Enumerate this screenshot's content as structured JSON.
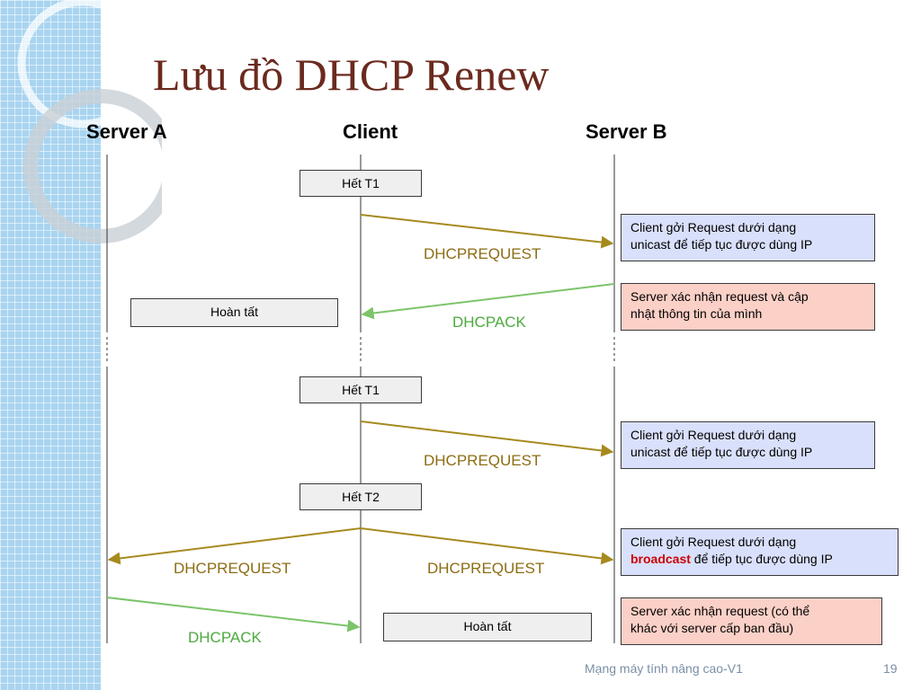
{
  "title": "Lưu đồ DHCP Renew",
  "actors": {
    "server_a": "Server A",
    "client": "Client",
    "server_b": "Server B"
  },
  "boxes": {
    "het_t1_1": "Hết T1",
    "hoan_tat_1": "Hoàn tất",
    "het_t1_2": "Hết T1",
    "het_t2": "Hết T2",
    "hoan_tat_2": "Hoàn tất"
  },
  "messages": {
    "req_1": "DHCPREQUEST",
    "ack_1": "DHCPACK",
    "req_2": "DHCPREQUEST",
    "req_3_left": "DHCPREQUEST",
    "req_3_right": "DHCPREQUEST",
    "ack_2": "DHCPACK"
  },
  "notes": {
    "note_1": {
      "line1": "Client gởi Request dưới dạng",
      "line2": "unicast để tiếp tục được dùng IP"
    },
    "note_2": {
      "line1": "Server xác nhận request và cập",
      "line2": "nhật thông tin của mình"
    },
    "note_3": {
      "line1": "Client gởi Request dưới dạng",
      "line2": "unicast để tiếp tục được dùng IP"
    },
    "note_4": {
      "line1": "Client gởi Request dưới dạng",
      "highlight": "broadcast",
      "line2_rest": " để tiếp tục được dùng IP"
    },
    "note_5": {
      "line1": "Server  xác nhận request (có thể",
      "line2": "khác với server cấp ban đầu)"
    }
  },
  "footer": {
    "course": "Mạng máy tính nâng cao-V1",
    "page": "19"
  },
  "colors": {
    "request": "#a68a1f",
    "ack": "#7cc46a",
    "title": "#6b2a1e",
    "highlight": "#cc0000",
    "note_blue": "#d9e0fb",
    "note_pink": "#fbd0c7"
  }
}
